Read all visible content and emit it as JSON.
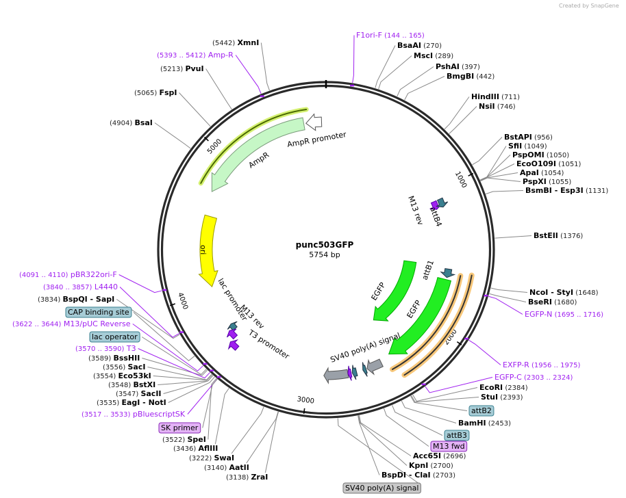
{
  "credit": "Created by SnapGene",
  "plasmid": {
    "name": "punc503GFP",
    "length": "5754 bp"
  },
  "ticks": [
    "1000",
    "2000",
    "3000",
    "4000",
    "5000"
  ],
  "enzymes": [
    {
      "name": "XmnI",
      "pos": "(5442)"
    },
    {
      "name": "PvuI",
      "pos": "(5213)"
    },
    {
      "name": "FspI",
      "pos": "(5065)"
    },
    {
      "name": "BsaI",
      "pos": "(4904)"
    },
    {
      "name": "BsaAI",
      "pos": "(270)"
    },
    {
      "name": "MscI",
      "pos": "(289)"
    },
    {
      "name": "PshAI",
      "pos": "(397)"
    },
    {
      "name": "BmgBI",
      "pos": "(442)"
    },
    {
      "name": "HindIII",
      "pos": "(711)"
    },
    {
      "name": "NsiI",
      "pos": "(746)"
    },
    {
      "name": "BstAPI",
      "pos": "(956)"
    },
    {
      "name": "SfiI",
      "pos": "(1049)"
    },
    {
      "name": "PspOMI",
      "pos": "(1050)"
    },
    {
      "name": "EcoO109I",
      "pos": "(1051)"
    },
    {
      "name": "ApaI",
      "pos": "(1054)"
    },
    {
      "name": "PspXI",
      "pos": "(1055)"
    },
    {
      "name": "BsmBI   - Esp3I",
      "pos": "(1131)"
    },
    {
      "name": "BstEII",
      "pos": "(1376)"
    },
    {
      "name": "NcoI   - StyI",
      "pos": "(1648)"
    },
    {
      "name": "BseRI",
      "pos": "(1680)"
    },
    {
      "name": "EcoRI",
      "pos": "(2384)"
    },
    {
      "name": "StuI",
      "pos": "(2393)"
    },
    {
      "name": "BamHI",
      "pos": "(2453)"
    },
    {
      "name": "Acc65I",
      "pos": "(2696)"
    },
    {
      "name": "KpnI",
      "pos": "(2700)"
    },
    {
      "name": "BspDI   - ClaI",
      "pos": "(2703)"
    },
    {
      "name": "ZraI",
      "pos": "(3138)"
    },
    {
      "name": "AatII",
      "pos": "(3140)"
    },
    {
      "name": "SwaI",
      "pos": "(3222)"
    },
    {
      "name": "AflIII",
      "pos": "(3436)"
    },
    {
      "name": "SpeI",
      "pos": "(3522)"
    },
    {
      "name": "EagI   - NotI",
      "pos": "(3535)"
    },
    {
      "name": "SacII",
      "pos": "(3547)"
    },
    {
      "name": "BstXI",
      "pos": "(3548)"
    },
    {
      "name": "Eco53kI",
      "pos": "(3554)"
    },
    {
      "name": "SacI",
      "pos": "(3556)"
    },
    {
      "name": "BssHII",
      "pos": "(3589)"
    },
    {
      "name": "BspQI   - SapI",
      "pos": "(3834)"
    }
  ],
  "primers": [
    {
      "name": "Amp-R",
      "range": "(5393 .. 5412)"
    },
    {
      "name": "F1ori-F",
      "range": "(144 .. 165)"
    },
    {
      "name": "EGFP-N",
      "range": "(1695 .. 1716)"
    },
    {
      "name": "EXFP-R",
      "range": "(1956 .. 1975)"
    },
    {
      "name": "EGFP-C",
      "range": "(2303 .. 2324)"
    },
    {
      "name": "pBluescriptSK",
      "range": "(3517 .. 3533)"
    },
    {
      "name": "T3",
      "range": "(3570 .. 3590)"
    },
    {
      "name": "M13/pUC Reverse",
      "range": "(3622 .. 3644)"
    },
    {
      "name": "L4440",
      "range": "(3840 .. 3857)"
    },
    {
      "name": "pBR322ori-F",
      "range": "(4091 .. 4110)"
    }
  ],
  "feature_boxes": [
    {
      "name": "attB2",
      "color": "#a6ccd6"
    },
    {
      "name": "attB3",
      "color": "#a6ccd6"
    },
    {
      "name": "M13 fwd",
      "color": "#e3b3f5"
    },
    {
      "name": "SV40 poly(A) signal",
      "color": "#c8c8c8"
    },
    {
      "name": "SK primer",
      "color": "#e3b3f5"
    },
    {
      "name": "lac operator",
      "color": "#a6ccd6"
    },
    {
      "name": "CAP binding site",
      "color": "#a6ccd6"
    }
  ],
  "inner_labels": [
    "AmpR promoter",
    "AmpR",
    "ori",
    "lac promoter",
    "M13 rev",
    "T3 promoter",
    "M13 rev",
    "attB4",
    "attB1",
    "EGFP",
    "EGFP",
    "SV40 poly(A) signal"
  ],
  "colors": {
    "primer": "#a020f0",
    "ampr": "#c6f7c6",
    "ori": "#ffff00",
    "egfp": "#22ee22",
    "sv40": "#9aa0a8",
    "attb": "#3a7f8f"
  }
}
